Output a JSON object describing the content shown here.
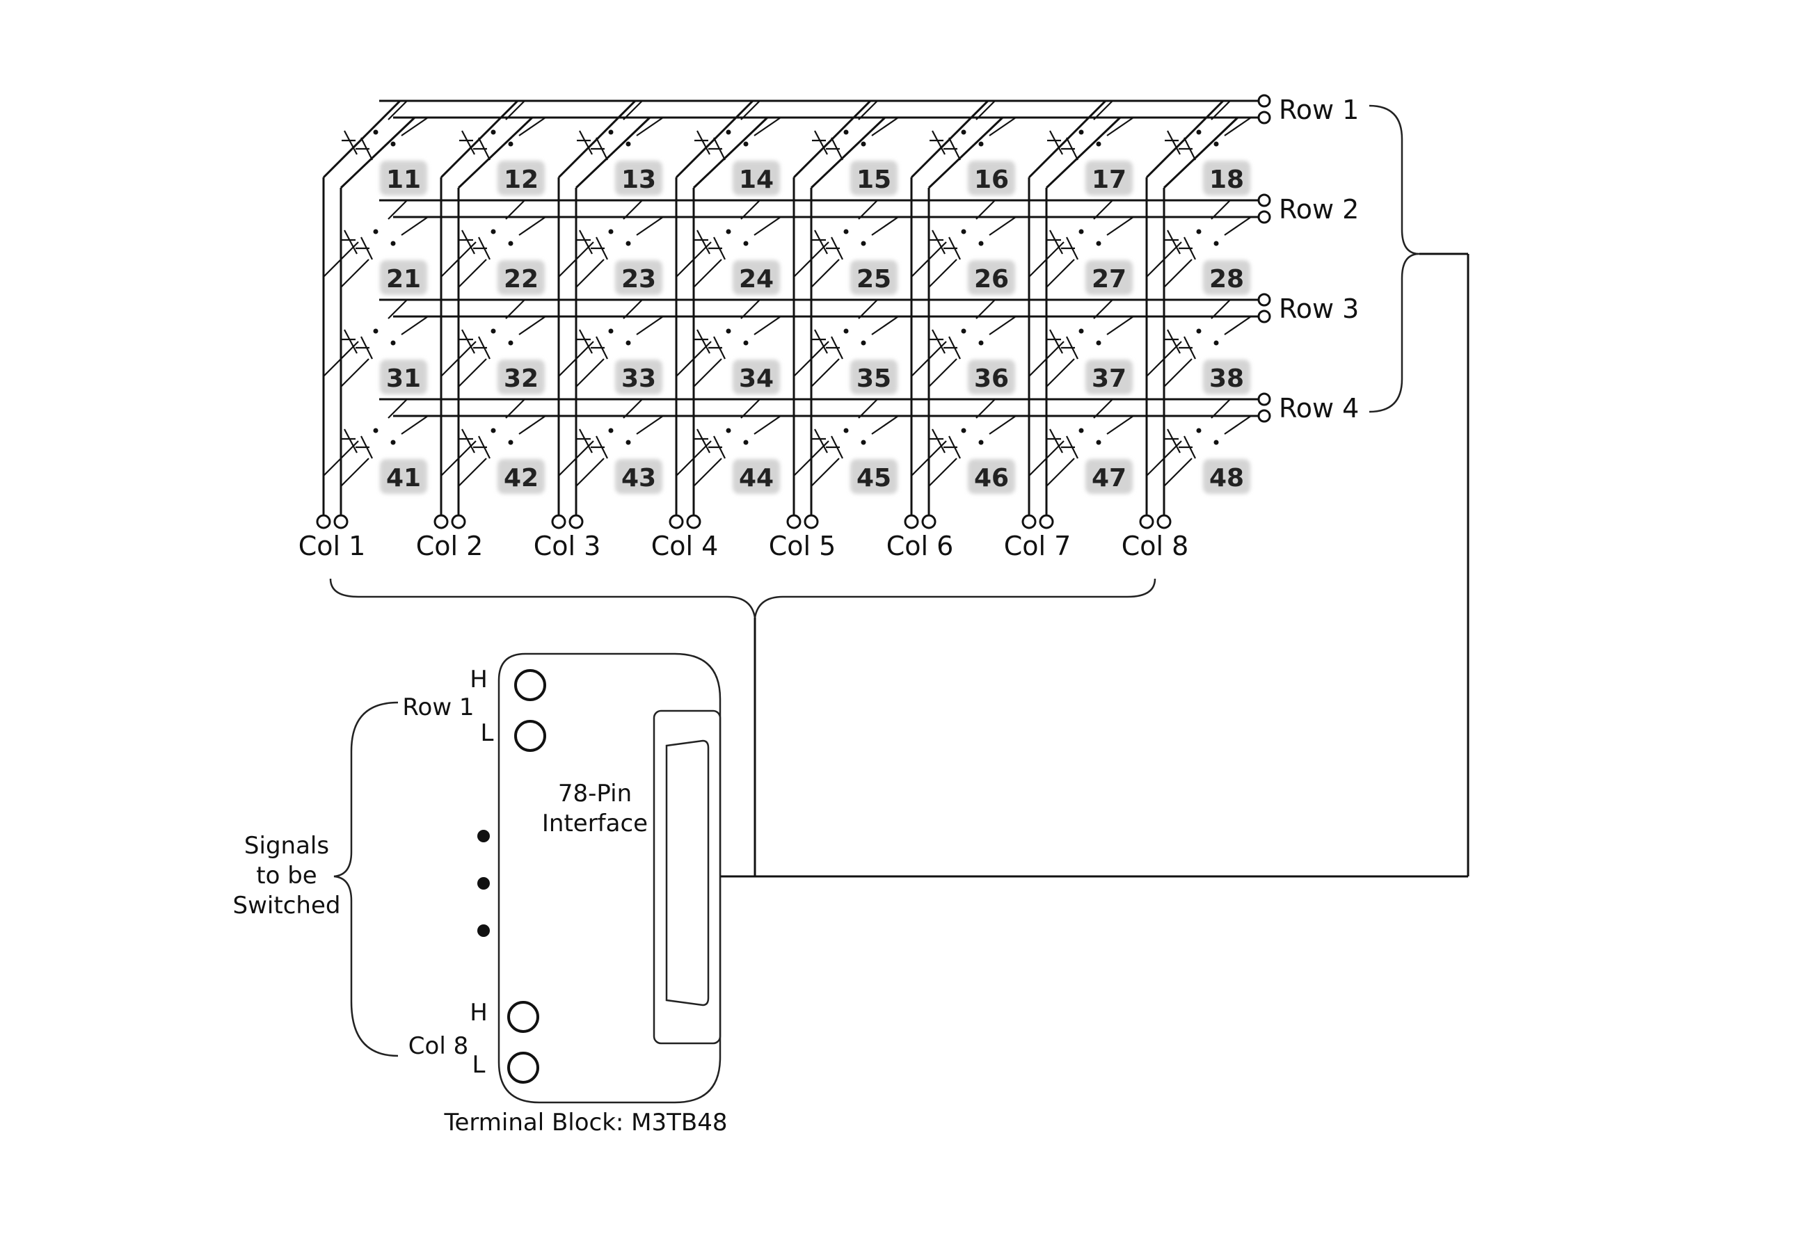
{
  "matrix": {
    "rows": [
      "Row 1",
      "Row 2",
      "Row 3",
      "Row 4"
    ],
    "columns": [
      "Col 1",
      "Col 2",
      "Col 3",
      "Col 4",
      "Col 5",
      "Col 6",
      "Col 7",
      "Col 8"
    ],
    "cells": [
      [
        "11",
        "12",
        "13",
        "14",
        "15",
        "16",
        "17",
        "18"
      ],
      [
        "21",
        "22",
        "23",
        "24",
        "25",
        "26",
        "27",
        "28"
      ],
      [
        "31",
        "32",
        "33",
        "34",
        "35",
        "36",
        "37",
        "38"
      ],
      [
        "41",
        "42",
        "43",
        "44",
        "45",
        "46",
        "47",
        "48"
      ]
    ]
  },
  "terminal_block": {
    "label": "Terminal Block: M3TB48",
    "interface_line1": "78-Pin",
    "interface_line2": "Interface",
    "signals_line1": "Signals",
    "signals_line2": "to be",
    "signals_line3": "Switched",
    "row_label": "Row 1",
    "col_label": "Col 8",
    "h_label": "H",
    "l_label": "L"
  },
  "colors": {
    "line": "#111111",
    "cell_badge": "#d4d4d4"
  }
}
